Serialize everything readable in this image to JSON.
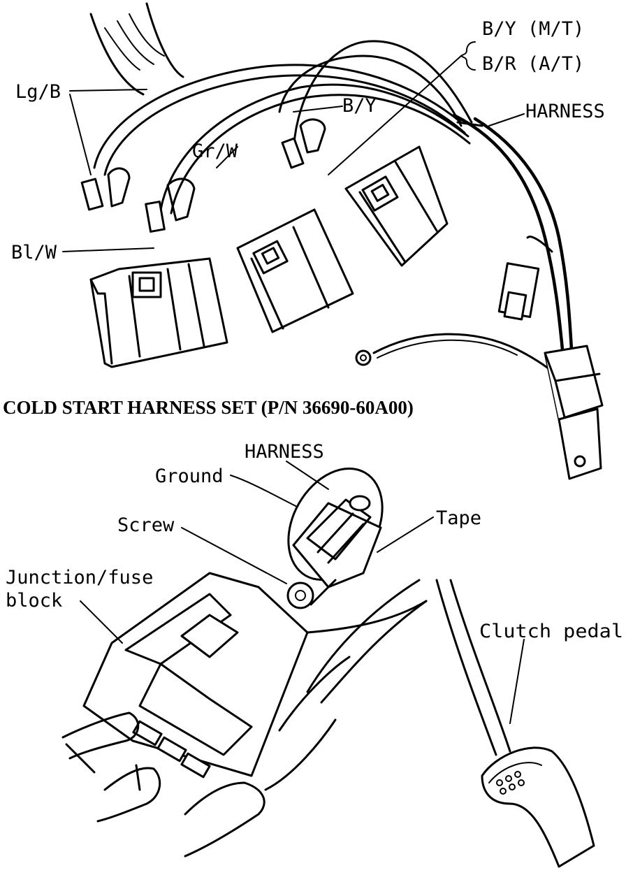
{
  "title": "COLD START HARNESS SET (P/N 36690-60A00)",
  "top_labels": {
    "lg_b": "Lg/B",
    "bl_w": "Bl/W",
    "gr_w": "Gr/W",
    "b_y": "B/Y",
    "b_y_mt": "B/Y (M/T)",
    "b_r_at": "B/R (A/T)",
    "harness": "HARNESS"
  },
  "bottom_labels": {
    "harness": "HARNESS",
    "ground": "Ground",
    "screw": "Screw",
    "tape": "Tape",
    "junction_line1": "Junction/fuse",
    "junction_line2": "block",
    "clutch_pedal": "Clutch pedal"
  }
}
